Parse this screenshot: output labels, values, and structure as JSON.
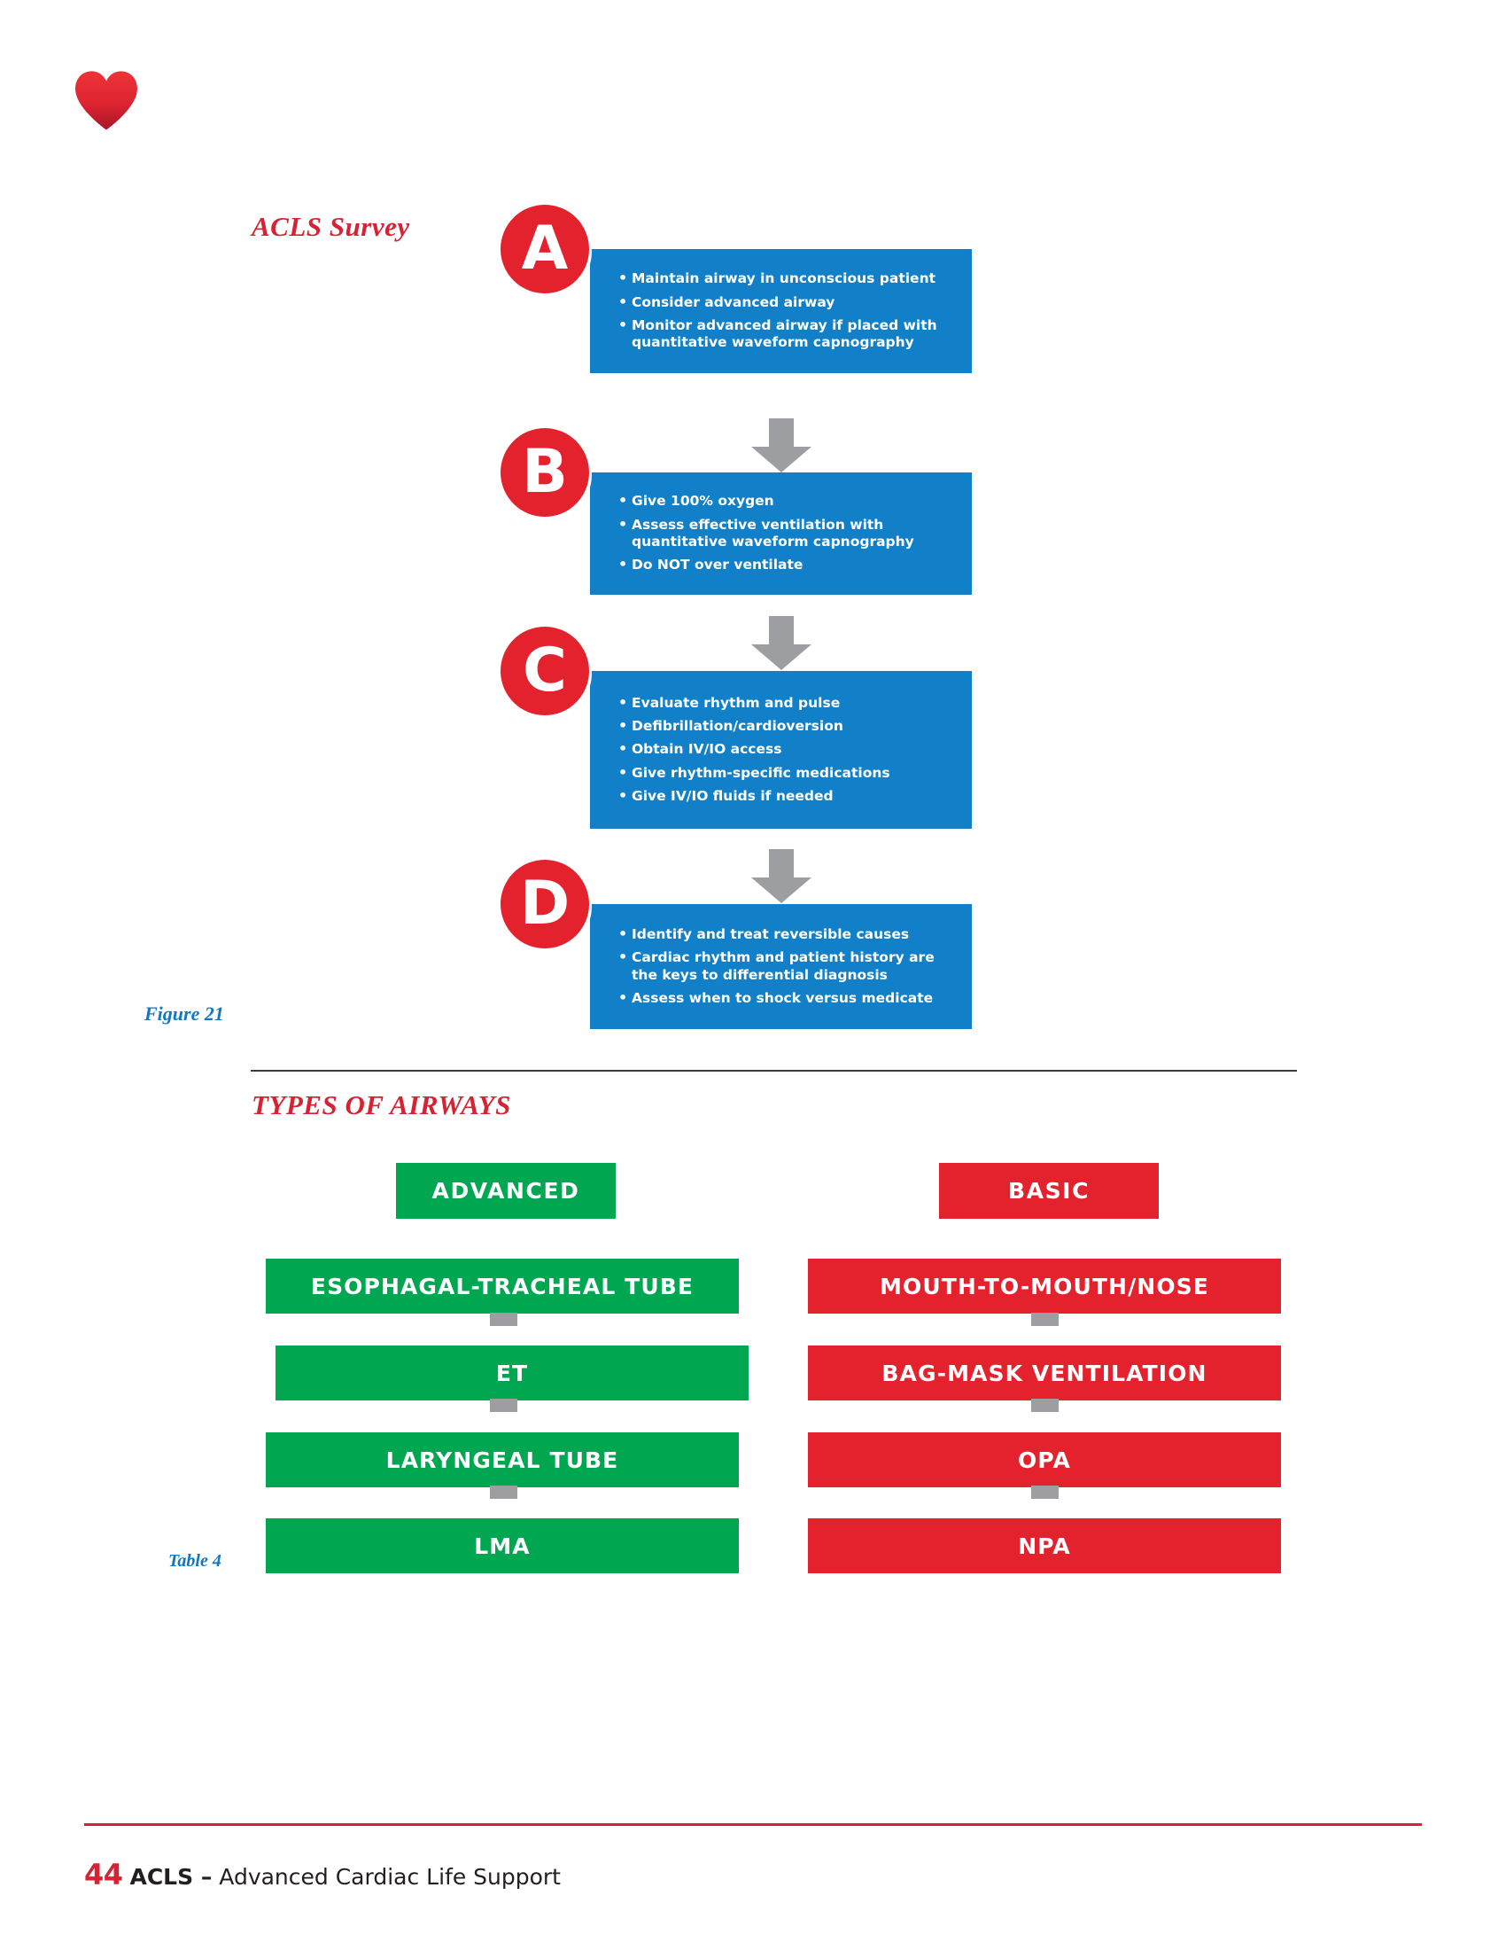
{
  "page": {
    "logo_icon": "heart-icon",
    "logo_color": "#E3222E",
    "footer": {
      "page_number": "44",
      "book_abbrev": "ACLS –",
      "book_name": "Advanced Cardiac Life Support",
      "rule_color": "#D62232"
    }
  },
  "acls_survey": {
    "title": "ACLS Survey",
    "title_color": "#D62232",
    "caption": "Figure 21",
    "caption_color": "#1277BE",
    "box_color": "#1280C8",
    "badge_color": "#E3222E",
    "arrow_color": "#9C9EA1",
    "arrow_icon": "arrow-down-icon",
    "steps": [
      {
        "letter": "A",
        "bullets": [
          "Maintain airway in unconscious patient",
          "Consider advanced airway",
          "Monitor advanced airway if placed with quantitative waveform capnography"
        ]
      },
      {
        "letter": "B",
        "bullets": [
          "Give 100% oxygen",
          "Assess effective ventilation with quantitative waveform capnography",
          "Do NOT over ventilate"
        ]
      },
      {
        "letter": "C",
        "bullets": [
          "Evaluate rhythm and pulse",
          "Defibrillation/cardioversion",
          "Obtain IV/IO access",
          "Give rhythm-specific medications",
          "Give IV/IO fluids if needed"
        ]
      },
      {
        "letter": "D",
        "bullets": [
          "Identify and treat reversible causes",
          "Cardiac rhythm and patient history are the keys to differential diagnosis",
          "Assess when to shock versus medicate"
        ]
      }
    ]
  },
  "types_of_airways": {
    "title": "TYPES OF AIRWAYS",
    "title_color": "#D62232",
    "caption": "Table 4",
    "caption_color": "#1277BE",
    "connector_color": "#9C9EA1",
    "columns": [
      {
        "header": "ADVANCED",
        "color": "#00A650",
        "items": [
          "ESOPHAGAL-TRACHEAL TUBE",
          "ET",
          "LARYNGEAL TUBE",
          "LMA"
        ]
      },
      {
        "header": "BASIC",
        "color": "#E3222E",
        "items": [
          "MOUTH-TO-MOUTH/NOSE",
          "BAG-MASK VENTILATION",
          "OPA",
          "NPA"
        ]
      }
    ]
  }
}
